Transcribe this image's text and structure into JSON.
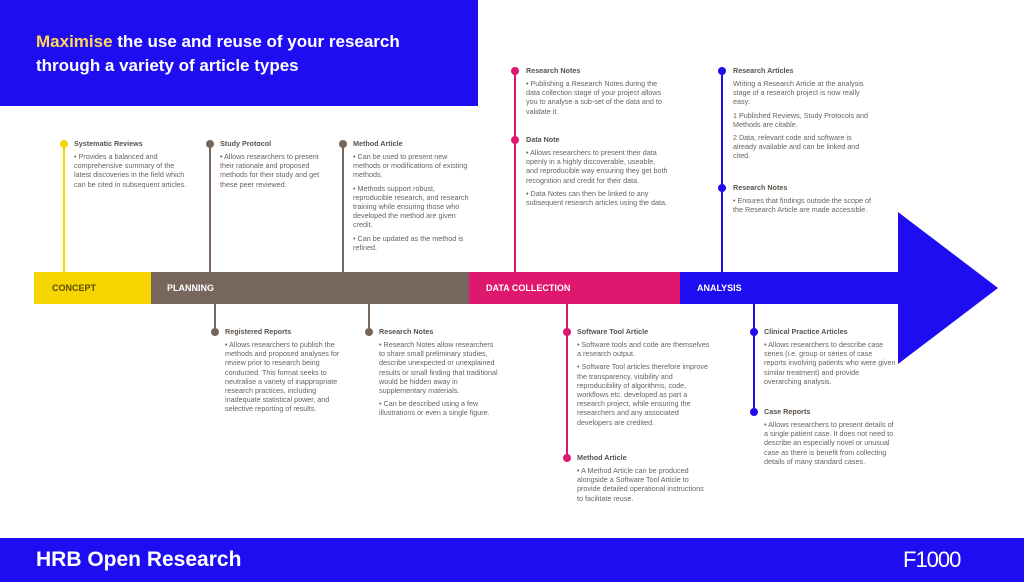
{
  "header": {
    "title_highlight": "Maximise",
    "title_rest": " the use and reuse of your research through a variety of article types"
  },
  "stages": {
    "concept": "CONCEPT",
    "planning": "PLANNING",
    "data_collection": "DATA COLLECTION",
    "analysis": "ANALYSIS"
  },
  "colors": {
    "concept": "#f7d500",
    "planning": "#76665c",
    "data_collection": "#e0176f",
    "analysis": "#1d0df0",
    "title_highlight": "#ffd75a"
  },
  "articles": {
    "systematic_reviews": {
      "heading": "Systematic Reviews",
      "body": [
        "• Provides a balanced and comprehensive summary of the latest discoveries in the field which can be cited in subsequent articles."
      ]
    },
    "study_protocol": {
      "heading": "Study Protocol",
      "body": [
        "• Allows researchers to present their rationale and proposed methods for their study and get these peer reviewed."
      ]
    },
    "method_article_top": {
      "heading": "Method Article",
      "body": [
        "• Can be used to present new methods or modifications of existing methods.",
        "• Methods support robust, reproducible research, and research training while ensuring those who developed the method are given credit.",
        "• Can be updated as the method is refined."
      ]
    },
    "research_notes_dc": {
      "heading": "Research Notes",
      "body": [
        "• Publishing a Research Notes during the data collection stage of your project allows you to analyse a sub-set of the data and to validate it."
      ]
    },
    "data_note": {
      "heading": "Data Note",
      "body": [
        "• Allows researchers to present their data openly in a highly discoverable, useable, and reproducible way ensuring they get both recognition and credit for their data.",
        "• Data Notes can then be linked to any subsequent research articles using the data."
      ]
    },
    "research_articles": {
      "heading": "Research Articles",
      "body": [
        "Writing a Research Article at the analysis stage of a research project is now really easy:",
        "1  Published Reviews, Study Protocols and Methods are citable.",
        "2  Data, relevant code and software is already available and can be linked and cited."
      ]
    },
    "research_notes_an": {
      "heading": "Research Notes",
      "body": [
        "• Ensures that findings outside the scope of the Research Article are made accessible."
      ]
    },
    "registered_reports": {
      "heading": "Registered Reports",
      "body": [
        "• Allows researchers to publish the methods and proposed analyses for review prior to research being conducted. This format seeks to neutralise a variety of inappropriate research practices, including inadequate statistical power, and selective reporting of results."
      ]
    },
    "research_notes_pl": {
      "heading": "Research Notes",
      "body": [
        "• Research Notes allow researchers to share small preliminary studies, describe unexpected or unexplained results or small finding that traditional would be hidden away in supplementary materials.",
        "• Can be described using a few illustrations or even a single figure."
      ]
    },
    "software_tool_article": {
      "heading": "Software Tool Article",
      "body": [
        "• Software tools and code are themselves a research output.",
        "• Software Tool articles therefore improve the transparency, visibility and reproducibility of algorithms, code, workflows etc.  developed as part a research project, while ensuring the researchers and any associated developers are credited."
      ]
    },
    "method_article_bottom": {
      "heading": "Method Article",
      "body": [
        "• A Method Article can be produced alongside a Software Tool Article to provide detailed operational instructions to facilitate reuse."
      ]
    },
    "clinical_practice_articles": {
      "heading": "Clinical Practice Articles",
      "body": [
        "• Allows researchers to describe case series (i.e. group or series of case reports involving patients who were given similar treatment) and provide overarching analysis."
      ]
    },
    "case_reports": {
      "heading": "Case Reports",
      "body": [
        "• Allows researchers to present details of a single patient case. It does not need to describe an especially novel or unusual case as there is benefit from collecting details of many standard cases."
      ]
    }
  },
  "footer": {
    "brand": "HRB Open Research",
    "logo": "F1000"
  }
}
